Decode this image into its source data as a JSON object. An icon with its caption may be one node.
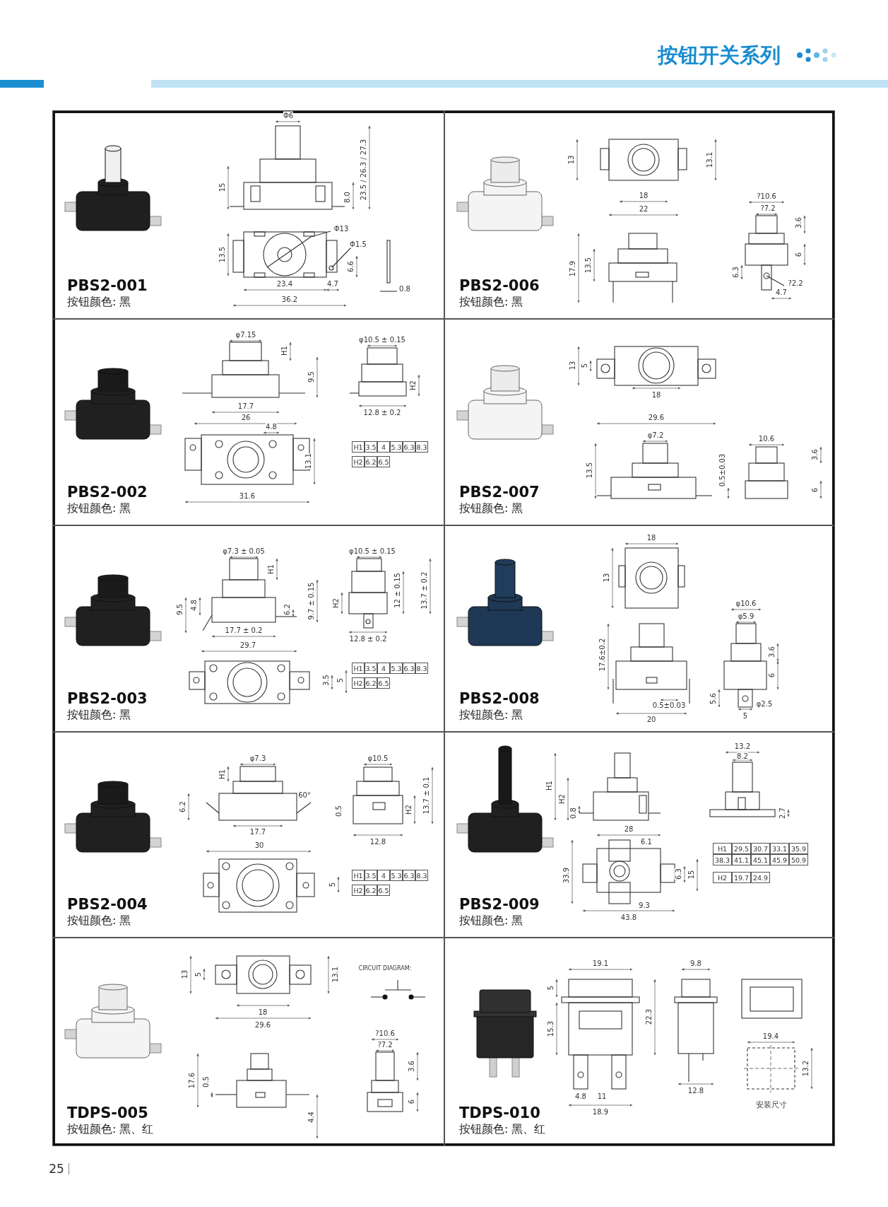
{
  "diagram": {
    "title": "按钮开关系列",
    "nodes": [
      {
        "text": [
          "PBS2-001",
          "按钮颜色: 黑"
        ]
      },
      {
        "text": [
          "PBS2-006",
          "按钮颜色: 黑"
        ]
      },
      {
        "text": [
          "PBS2-002",
          "按钮颜色: 黑"
        ]
      },
      {
        "text": [
          "PBS2-007",
          "按钮颜色: 黑"
        ]
      },
      {
        "text": [
          "PBS2-003",
          "按钮颜色: 黑"
        ]
      },
      {
        "text": [
          "PBS2-008",
          "按钮颜色: 黑"
        ]
      },
      {
        "text": [
          "PBS2-004",
          "按钮颜色: 黑"
        ]
      },
      {
        "text": [
          "PBS2-009",
          "按钮颜色: 黑"
        ]
      },
      {
        "text": [
          "TDPS-005",
          "按钮颜色: 黑、红"
        ]
      },
      {
        "text": [
          "TDPS-010",
          "按钮颜色: 黑、红"
        ]
      }
    ],
    "labels": [
      "Φ6",
      "15",
      "23.5 / 26.3 / 27.3",
      "8.0",
      "Φ13",
      "13.5",
      "Φ1.5",
      "6.6",
      "23.4",
      "4.7",
      "36.2",
      "0.8",
      "13",
      "13.1",
      "18",
      "22",
      "?10.6",
      "?7.2",
      "3.6",
      "17.9",
      "13.5",
      "6",
      "6.3",
      "?2.2",
      "4.7",
      "φ7.15",
      "H1",
      "9.5",
      "17.7",
      "26",
      "4.8",
      "13.1",
      "31.6",
      "φ10.5 ± 0.15",
      "H2",
      "12.8 ± 0.2",
      "H1",
      "3.5",
      "4",
      "5.3",
      "6.3",
      "8.3",
      "H2",
      "6.2",
      "6.5",
      "13",
      "5",
      "18",
      "29.6",
      "φ7.2",
      "13.5",
      "0.5±0.03",
      "10.6",
      "3.6",
      "6",
      "φ7.3 ± 0.05",
      "H1",
      "9.5",
      "4.8",
      "6.2",
      "9.7 ± 0.15",
      "17.7 ± 0.2",
      "29.7",
      "3.5",
      "5",
      "φ10.5 ± 0.15",
      "H2",
      "12 ± 0.15",
      "13.7 ± 0.2",
      "12.8 ± 0.2",
      "H1",
      "3.5",
      "4",
      "5.3",
      "6.3",
      "8.3",
      "H2",
      "6.2",
      "6.5",
      "18",
      "13",
      "φ10.6",
      "φ5.9",
      "17.6±0.2",
      "3.6",
      "6",
      "0.5±0.03",
      "5.6",
      "φ2.5",
      "20",
      "5",
      "φ7.3",
      "H1",
      "6.2",
      "60°",
      "0.5",
      "17.7",
      "30",
      "φ10.5",
      "H2",
      "13.7 ± 0.1",
      "12.8",
      "5",
      "H1",
      "3.5",
      "4",
      "5.3",
      "6.3",
      "8.3",
      "H2",
      "6.2",
      "6.5",
      "H1",
      "H2",
      "0.8",
      "28",
      "6.1",
      "33.9",
      "6.3",
      "15",
      "9.3",
      "43.8",
      "13.2",
      "8.2",
      "2.7",
      "H1",
      "29.5",
      "30.7",
      "33.1",
      "35.9",
      "38.3",
      "41.1",
      "45.1",
      "45.9",
      "50.9",
      "H2",
      "19.7",
      "24.9",
      "13",
      "5",
      "13.1",
      "18",
      "29.6",
      "CIRCUIT DIAGRAM:",
      "17.6",
      "0.5",
      "4.4",
      "?10.6",
      "?7.2",
      "3.6",
      "6",
      "19.1",
      "5",
      "15.3",
      "22.3",
      "4.8",
      "11",
      "18.9",
      "9.8",
      "12.8",
      "19.4",
      "13.2",
      "安装尺寸",
      "25"
    ]
  }
}
